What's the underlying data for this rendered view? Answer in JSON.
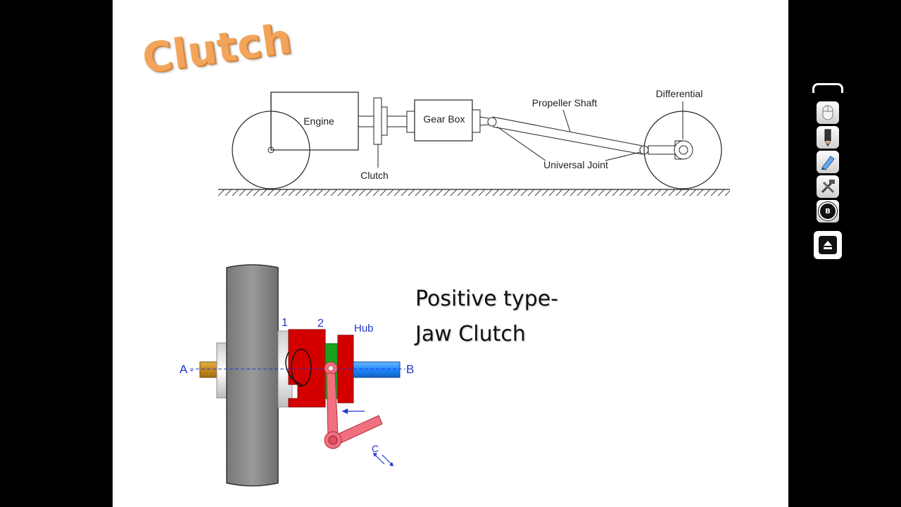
{
  "slide": {
    "title": "Clutch",
    "drivetrain_labels": {
      "engine": "Engine",
      "gear_box": "Gear Box",
      "propeller_shaft": "Propeller Shaft",
      "differential": "Differential",
      "universal_joint": "Universal Joint",
      "clutch": "Clutch"
    },
    "jaw_labels": {
      "part1": "1",
      "part2": "2",
      "hub": "Hub",
      "a": "A",
      "b": "B",
      "c": "C"
    },
    "positive_type_line1": "Positive type-",
    "positive_type_line2": "Jaw Clutch"
  },
  "toolbar": {
    "items": [
      {
        "icon": "mouse-icon"
      },
      {
        "icon": "pencil-icon"
      },
      {
        "icon": "highlighter-icon"
      },
      {
        "icon": "tools-icon"
      },
      {
        "icon": "b-circle-icon",
        "label": "B"
      },
      {
        "icon": "eject-icon"
      }
    ]
  },
  "colors": {
    "title": "#f2a55a",
    "jaw_red": "#d40000",
    "shaft_blue": "#1e88ff",
    "lever_pink": "#f07080",
    "label_blue": "#2233cc"
  }
}
